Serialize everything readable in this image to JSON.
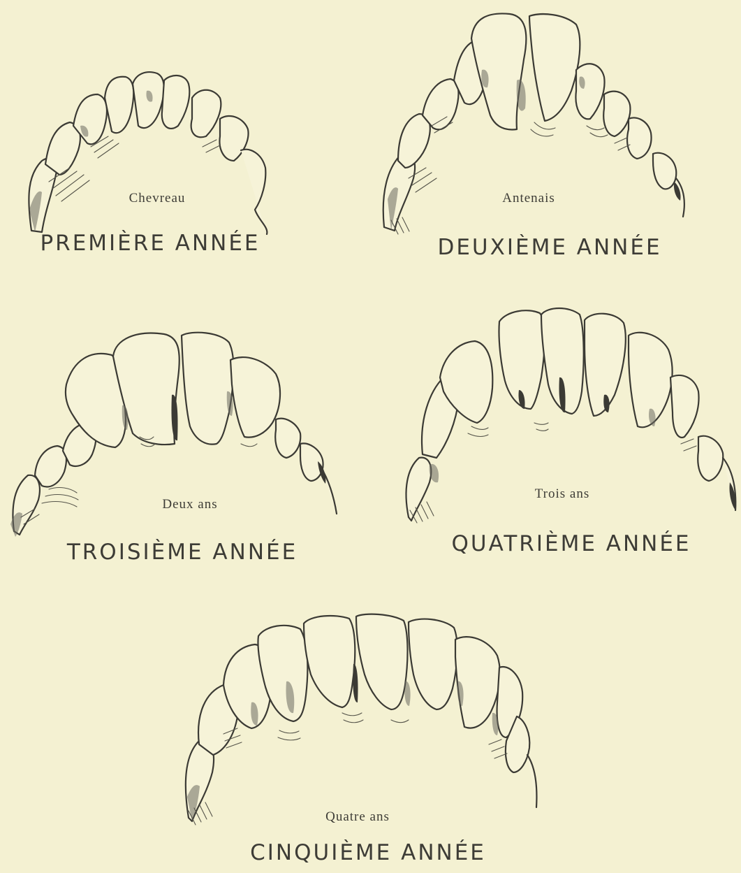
{
  "panels": [
    {
      "age_label": "Chevreau",
      "year_caption": "PREMIÈRE ANNÉE"
    },
    {
      "age_label": "Antenais",
      "year_caption": "DEUXIÈME ANNÉE"
    },
    {
      "age_label": "Deux ans",
      "year_caption": "TROISIÈME ANNÉE"
    },
    {
      "age_label": "Trois ans",
      "year_caption": "QUATRIÈME ANNÉE"
    },
    {
      "age_label": "Quatre ans",
      "year_caption": "CINQUIÈME ANNÉE"
    }
  ],
  "colors": {
    "background": "#f4f1d2",
    "ink": "#3b3a34"
  }
}
